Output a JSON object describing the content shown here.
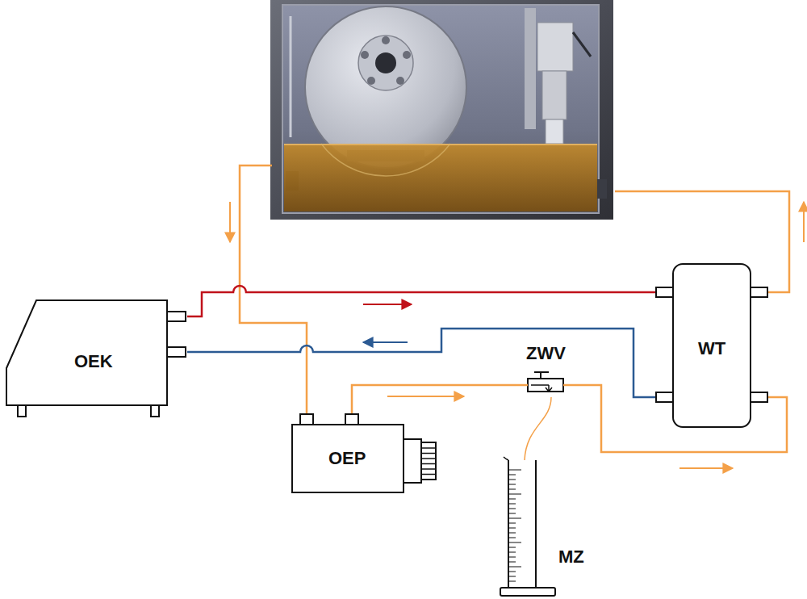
{
  "diagram": {
    "nodes": [
      {
        "text": [
          "OEK"
        ]
      },
      {
        "text": [
          "WT"
        ]
      },
      {
        "text": [
          "ZWV"
        ]
      },
      {
        "text": [
          "OEP"
        ]
      },
      {
        "text": [
          "MZ"
        ]
      }
    ],
    "edges": [
      {
        "from": 0,
        "to": 1,
        "arrow": "to"
      },
      {
        "from": 1,
        "to": 0,
        "arrow": "to"
      },
      {
        "from": 3,
        "to": 2,
        "arrow": "to"
      },
      {
        "from": 2,
        "to": 1,
        "arrow": "to"
      },
      {
        "from": 2,
        "to": 4,
        "arrow": "none"
      }
    ]
  }
}
